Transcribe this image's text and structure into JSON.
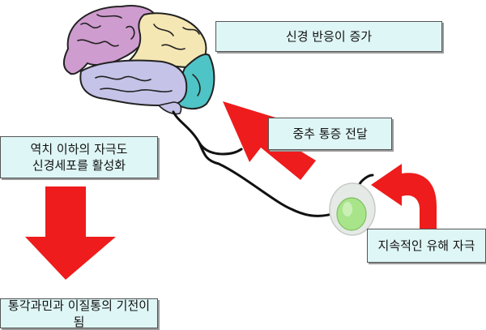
{
  "labels": {
    "neural_response_increase": "신경 반응이 증가",
    "central_pain_transmission": "중추 통증 전달",
    "activate_subthreshold_cells": "역치 이하의 자극도\n신경세포를 활성화",
    "persistent_harmful_stimulus": "지속적인 유해 자극",
    "mechanism_hyperalgesia_allodynia": "통각과민과 이질통의 기전이 됨"
  },
  "colors": {
    "arrow": "#ee1c1c",
    "label_fill": "#dff6f6",
    "brain_frontal": "#cf9ccf",
    "brain_parietal": "#f5e7b4",
    "brain_temporal": "#c5c3e8",
    "brain_occipital": "#4fc4c6",
    "nerve_ending": "#a8e58a"
  }
}
